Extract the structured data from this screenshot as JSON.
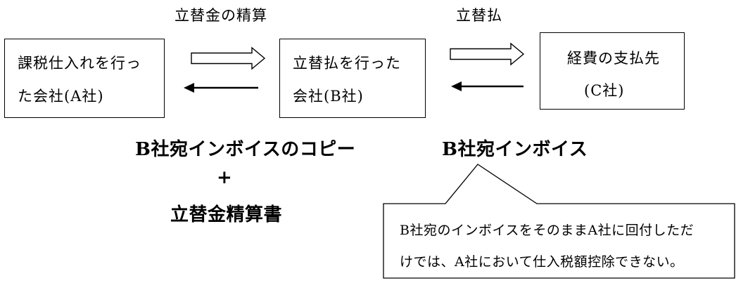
{
  "flow_labels": {
    "settlement": "立替金の精算",
    "advance_payment": "立替払"
  },
  "boxes": {
    "company_a": {
      "line1": "課税仕入れを行っ",
      "line2": "た会社(A社)"
    },
    "company_b": {
      "line1": "立替払を行った",
      "line2": "会社(B社)"
    },
    "company_c": {
      "line1": "経費の支払先",
      "line2": "(C社)"
    }
  },
  "documents": {
    "left_line1": "B社宛インボイスのコピー",
    "plus": "+",
    "left_line2": "立替金精算書",
    "right": "B社宛インボイス"
  },
  "callout": {
    "line1": "B社宛のインボイスをそのままA社に回付しただ",
    "line2": "けでは、A社において仕入税額控除できない。"
  }
}
